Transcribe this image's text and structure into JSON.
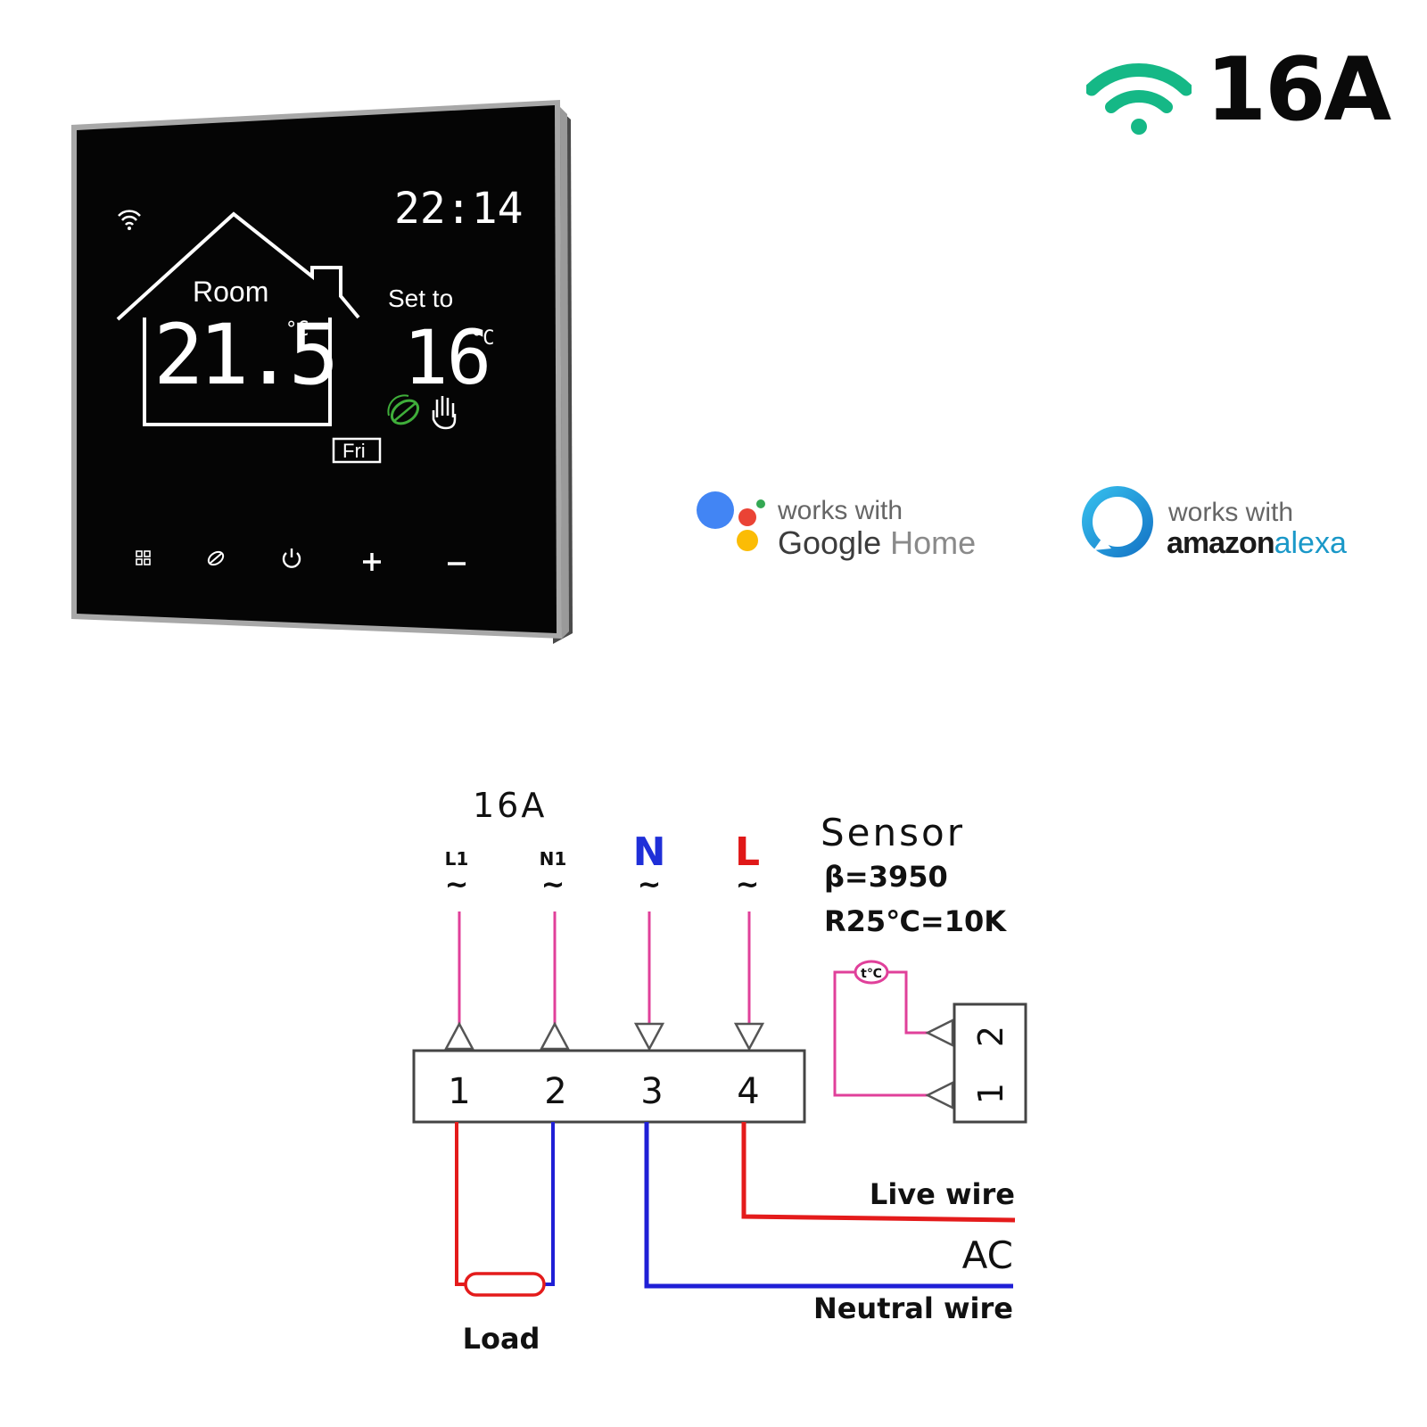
{
  "badge": {
    "wifi_icon": "wifi-icon",
    "amperage": "16A",
    "wifi_color": "#15b886"
  },
  "thermostat": {
    "time": "22:14",
    "room_label": "Room",
    "room_temp": "21.5",
    "room_unit": "°C",
    "set_label": "Set to",
    "set_temp": "16",
    "set_unit": "°C",
    "day": "Fri",
    "status_icons": [
      "wifi-icon",
      "eco-leaf-icon",
      "manual-hand-icon"
    ],
    "buttons": [
      "menu-icon",
      "eco-icon",
      "power-icon",
      "plus-icon",
      "minus-icon"
    ],
    "eco_color": "#3fae3a"
  },
  "works_with": [
    {
      "prefix": "works with",
      "brand": "Google",
      "product": "Home",
      "logo": "google-assistant-icon"
    },
    {
      "prefix": "works with",
      "brand": "amazon",
      "product": "alexa",
      "logo": "alexa-icon"
    }
  ],
  "wiring": {
    "rating": "16A",
    "terminal_top_labels": [
      "L1",
      "N1",
      "N",
      "L"
    ],
    "ac_symbol": "~",
    "terminal_numbers": [
      "1",
      "2",
      "3",
      "4"
    ],
    "sensor": {
      "title": "Sensor",
      "beta": "β=3950",
      "r25": "R25℃=10K",
      "thermistor_label": "t℃",
      "terminals": [
        "2",
        "1"
      ]
    },
    "load_label": "Load",
    "live_label": "Live wire",
    "ac_label": "AC",
    "neutral_label": "Neutral wire",
    "colors": {
      "pink": "#e0409a",
      "red": "#e41b1b",
      "blue": "#1f1fd6",
      "label_N": "#1f2fd8",
      "label_L": "#e01818"
    }
  }
}
